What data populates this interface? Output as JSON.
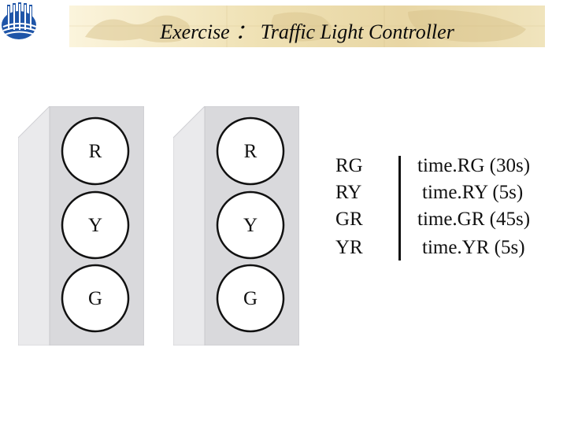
{
  "header": {
    "title": "Exercise ： Traffic Light Controller"
  },
  "signals": [
    {
      "lamps": [
        "R",
        "Y",
        "G"
      ]
    },
    {
      "lamps": [
        "R",
        "Y",
        "G"
      ]
    }
  ],
  "states": [
    {
      "name": "RG",
      "time": "time.RG (30s)"
    },
    {
      "name": "RY",
      "time": "time.RY (5s)"
    },
    {
      "name": "GR",
      "time": "time.GR (45s)"
    },
    {
      "name": "YR",
      "time": "time.YR (5s)"
    }
  ],
  "colors": {
    "title_band": "#efe1b4",
    "logo_blue": "#1f55a8",
    "signal_face": "#d9d9dc",
    "signal_side": "#eaeaec"
  }
}
